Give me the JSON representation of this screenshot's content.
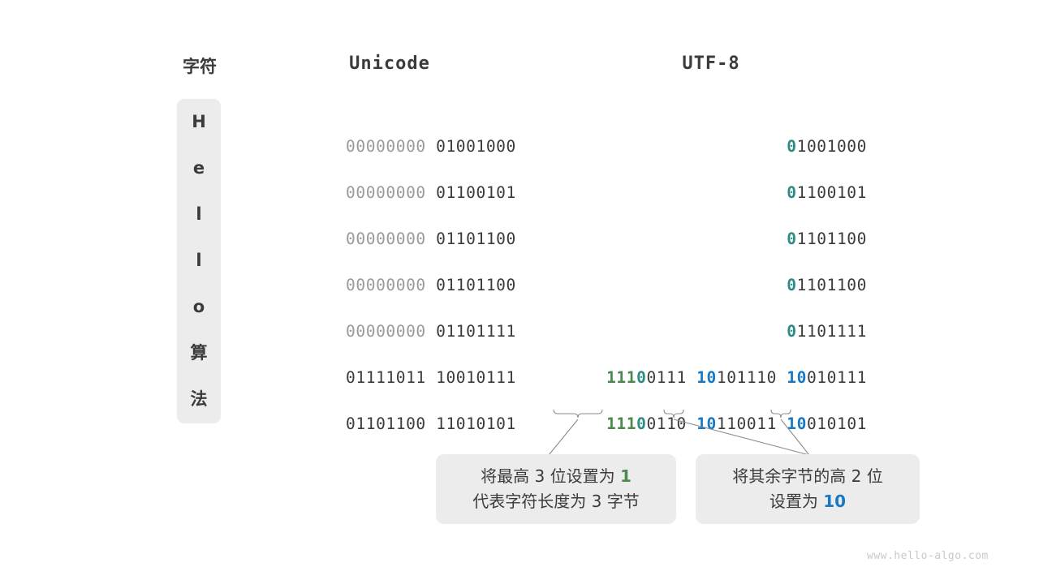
{
  "title": "UTF-8 encoding diagram",
  "headers": {
    "char": "字符",
    "unicode": "Unicode",
    "utf8": "UTF-8"
  },
  "colors": {
    "dim": "#9a9a9a",
    "dark": "#3b3b3b",
    "teal": "#2e8b84",
    "green": "#4a8a4f",
    "blue": "#1779c4",
    "cell_bg": "#ececec",
    "background": "#ffffff",
    "watermark": "#c9c9c9"
  },
  "rows": [
    {
      "char": "H",
      "unicode": {
        "high": "00000000",
        "low": "01001000"
      },
      "utf8": {
        "lead_marker": "0",
        "lead_rest": "1001000",
        "bytes": []
      }
    },
    {
      "char": "e",
      "unicode": {
        "high": "00000000",
        "low": "01100101"
      },
      "utf8": {
        "lead_marker": "0",
        "lead_rest": "1100101",
        "bytes": []
      }
    },
    {
      "char": "l",
      "unicode": {
        "high": "00000000",
        "low": "01101100"
      },
      "utf8": {
        "lead_marker": "0",
        "lead_rest": "1101100",
        "bytes": []
      }
    },
    {
      "char": "l",
      "unicode": {
        "high": "00000000",
        "low": "01101100"
      },
      "utf8": {
        "lead_marker": "0",
        "lead_rest": "1101100",
        "bytes": []
      }
    },
    {
      "char": "o",
      "unicode": {
        "high": "00000000",
        "low": "01101111"
      },
      "utf8": {
        "lead_marker": "0",
        "lead_rest": "1101111",
        "bytes": []
      }
    },
    {
      "char": "算",
      "unicode": {
        "high": "01111011",
        "low": "10010111"
      },
      "utf8": {
        "lead_marker": "111",
        "lead_zero": "0",
        "lead_rest": "0111",
        "bytes": [
          {
            "marker": "10",
            "rest": "101110"
          },
          {
            "marker": "10",
            "rest": "010111"
          }
        ]
      }
    },
    {
      "char": "法",
      "unicode": {
        "high": "01101100",
        "low": "11010101"
      },
      "utf8": {
        "lead_marker": "111",
        "lead_zero": "0",
        "lead_rest": "0110",
        "bytes": [
          {
            "marker": "10",
            "rest": "110011"
          },
          {
            "marker": "10",
            "rest": "010101"
          }
        ]
      }
    }
  ],
  "notes": [
    {
      "id": "note-lead-byte",
      "line1_a": "将最高 ",
      "line1_num": "3",
      "line1_b": " 位设置为 ",
      "line1_val": "1",
      "line2": "代表字符长度为 3 字节"
    },
    {
      "id": "note-continuation-byte",
      "line1_a": "将其余字节的高 ",
      "line1_num": "2",
      "line1_b": " 位",
      "line2_a": "设置为 ",
      "line2_val": "10"
    }
  ],
  "watermark": "www.hello-algo.com"
}
